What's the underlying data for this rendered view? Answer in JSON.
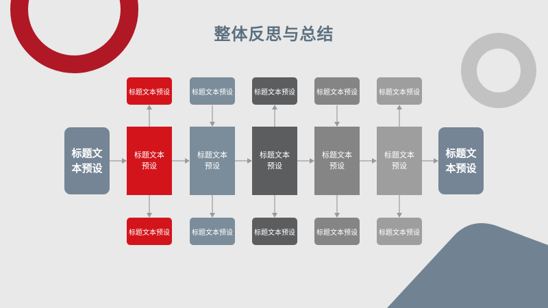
{
  "title": "整体反思与总结",
  "colors": {
    "background": "#e9e9e9",
    "red": "#d3141b",
    "slate": "#7b8d9b",
    "dark": "#5c5d5f",
    "mid": "#858585",
    "light": "#9e9e9e",
    "end": "#758595",
    "arrow": "#9a9a9a"
  },
  "diagram": {
    "start": "标题文本预设",
    "end": "标题文本预设",
    "columns": [
      {
        "top": "标题文本预设",
        "main": "标题文本预设",
        "bottom": "标题文本预设",
        "color": "#d3141b"
      },
      {
        "top": "标题文本预设",
        "main": "标题文本预设",
        "bottom": "标题文本预设",
        "color": "#7b8d9b"
      },
      {
        "top": "标题文本预设",
        "main": "标题文本预设",
        "bottom": "标题文本预设",
        "color": "#5c5d5f"
      },
      {
        "top": "标题文本预设",
        "main": "标题文本预设",
        "bottom": "标题文本预设",
        "color": "#858585"
      },
      {
        "top": "标题文本预设",
        "main": "标题文本预设",
        "bottom": "标题文本预设",
        "color": "#9e9e9e"
      }
    ]
  }
}
